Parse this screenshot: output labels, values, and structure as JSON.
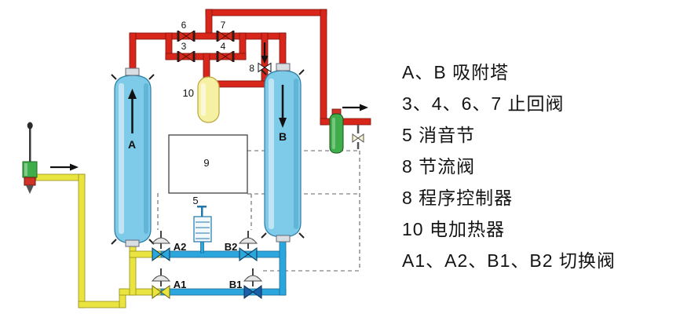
{
  "legend": {
    "lines": [
      "A、B 吸附塔",
      "3、4、6、7 止回阀",
      "5 消音节",
      "8 节流阀",
      "8 程序控制器",
      "10 电加热器",
      "A1、A2、B1、B2 切换阀"
    ]
  },
  "diagram": {
    "labels": {
      "tower_a": "A",
      "tower_b": "B",
      "check_3": "3",
      "check_4": "4",
      "check_6": "6",
      "check_7": "7",
      "muffler_5": "5",
      "throttle_8": "8",
      "controller_9": "9",
      "heater_10": "10",
      "valve_a1": "A1",
      "valve_a2": "A2",
      "valve_b1": "B1",
      "valve_b2": "B2"
    },
    "colors": {
      "hot_pipe": "#d9261a",
      "wet_pipe": "#e9e43f",
      "dry_pipe": "#2ba7de",
      "tower": "#7ecbe9",
      "heater": "#f6f0a2"
    }
  }
}
